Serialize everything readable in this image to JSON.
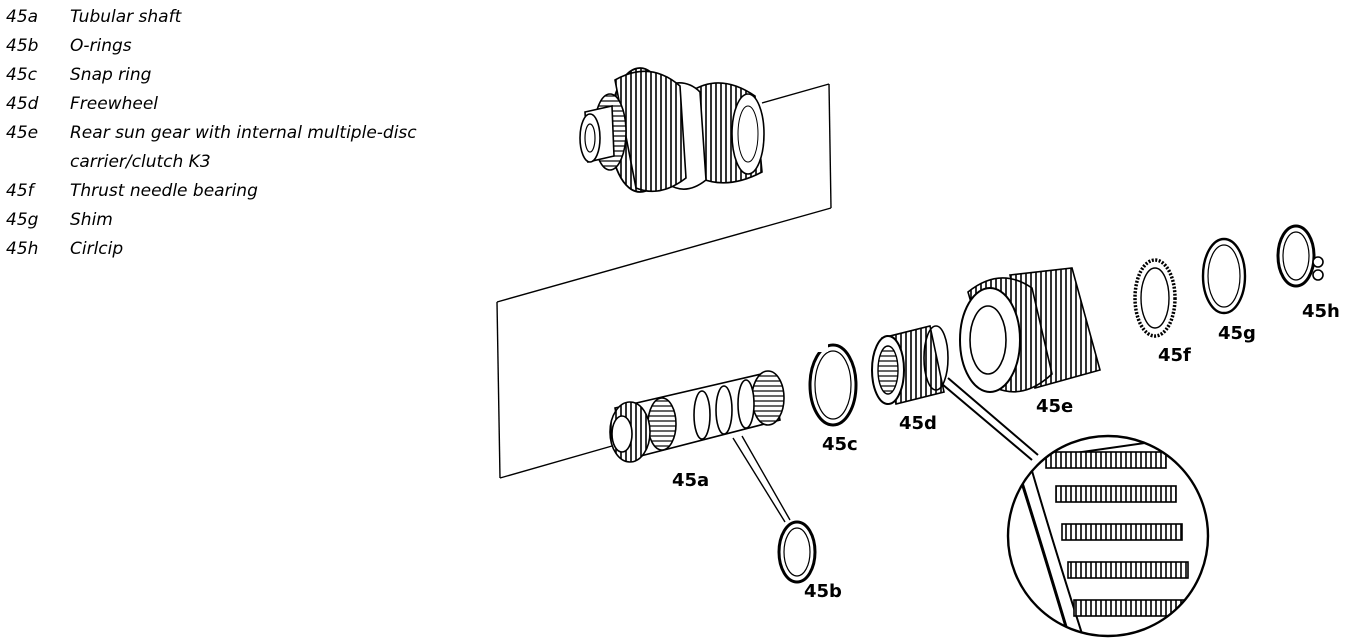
{
  "legend": [
    {
      "code": "45a",
      "desc": "Tubular shaft"
    },
    {
      "code": "45b",
      "desc": "O-rings"
    },
    {
      "code": "45c",
      "desc": "Snap ring"
    },
    {
      "code": "45d",
      "desc": "Freewheel"
    },
    {
      "code": "45e",
      "desc": "Rear sun gear with internal multiple-disc carrier/clutch K3"
    },
    {
      "code": "45f",
      "desc": "Thrust needle bearing"
    },
    {
      "code": "45g",
      "desc": "Shim"
    },
    {
      "code": "45h",
      "desc": "Cirlcip"
    }
  ],
  "callouts": {
    "a": "45a",
    "b": "45b",
    "c": "45c",
    "d": "45d",
    "e": "45e",
    "f": "45f",
    "g": "45g",
    "h": "45h"
  },
  "style": {
    "ink": "#000000",
    "paper": "#ffffff"
  }
}
